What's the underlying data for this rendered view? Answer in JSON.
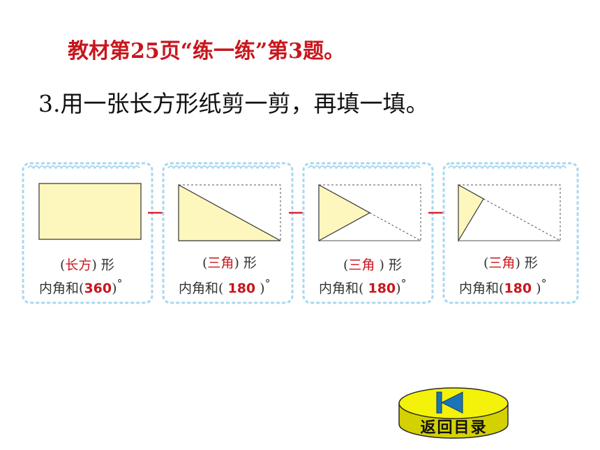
{
  "header": {
    "text": "教材第25页“练一练”第3题。"
  },
  "question": {
    "text": "3.用一张长方形纸剪一剪，再填一填。"
  },
  "cards": [
    {
      "shape_answer": "长方",
      "shape_suffix": "形",
      "angle_prefix": "内角和",
      "angle_answer": "360",
      "degree": "°"
    },
    {
      "shape_answer": "三角",
      "shape_suffix": "形",
      "angle_prefix": "内角和",
      "angle_answer": "180",
      "degree": "°"
    },
    {
      "shape_answer": "三角",
      "shape_suffix": "形",
      "angle_prefix": "内角和",
      "angle_answer": "180",
      "degree": "°"
    },
    {
      "shape_answer": "三角",
      "shape_suffix": "形",
      "angle_prefix": "内角和",
      "angle_answer": "180",
      "degree": "°"
    }
  ],
  "back_button": {
    "label": "返回目录",
    "icon": "skip-back-icon"
  },
  "colors": {
    "title_red": "#c8161d",
    "shape_fill": "#fdf7bd",
    "card_border": "#a8d8ef",
    "arrow_red": "#d9262e",
    "button_yellow": "#f4f10a",
    "button_blue": "#1b73b8"
  }
}
